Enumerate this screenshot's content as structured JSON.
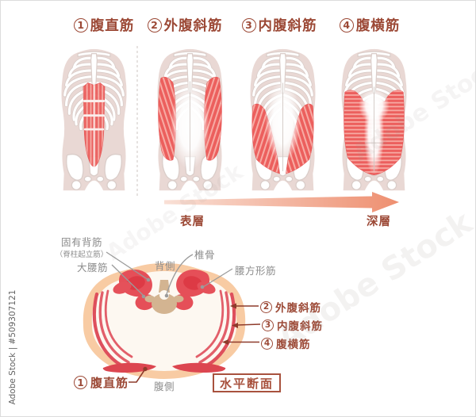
{
  "header_panels": [
    {
      "num": "1",
      "label": "腹直筋"
    },
    {
      "num": "2",
      "label": "外腹斜筋"
    },
    {
      "num": "3",
      "label": "内腹斜筋"
    },
    {
      "num": "4",
      "label": "腹横筋"
    }
  ],
  "depth_axis": {
    "left": "表層",
    "right": "深層"
  },
  "cross_section": {
    "title_box": "水平断面",
    "gray_labels": {
      "intrinsic_back": "固有背筋",
      "intrinsic_back_sub": "（脊柱起立筋）",
      "psoas_major": "大腰筋",
      "dorsal_side": "背側",
      "vertebra": "椎骨",
      "quadratus_lumborum": "腰方形筋",
      "ventral_side": "腹側"
    },
    "numbered_labels": [
      {
        "num": "1",
        "label": "腹直筋"
      },
      {
        "num": "2",
        "label": "外腹斜筋"
      },
      {
        "num": "3",
        "label": "内腹斜筋"
      },
      {
        "num": "4",
        "label": "腹横筋"
      }
    ]
  },
  "watermarks": {
    "side": "Adobe Stock | #509307121",
    "diagonal": "Adobe Stock"
  },
  "colors": {
    "accent_text": "#9c4936",
    "muscle_red": "#e5505a",
    "muscle_stripe_light": "#f7aba4",
    "body_ring_skin": "#f8cba3",
    "torso_silhouette": "#e9d8d4",
    "bone_white": "#ffffff",
    "bone_outline": "#dacdc9",
    "vertebra_tan": "#d3b491",
    "gray_label": "#8c8c8c",
    "leader_gray": "#9b9b9b",
    "leader_red": "#8e3b2b"
  }
}
